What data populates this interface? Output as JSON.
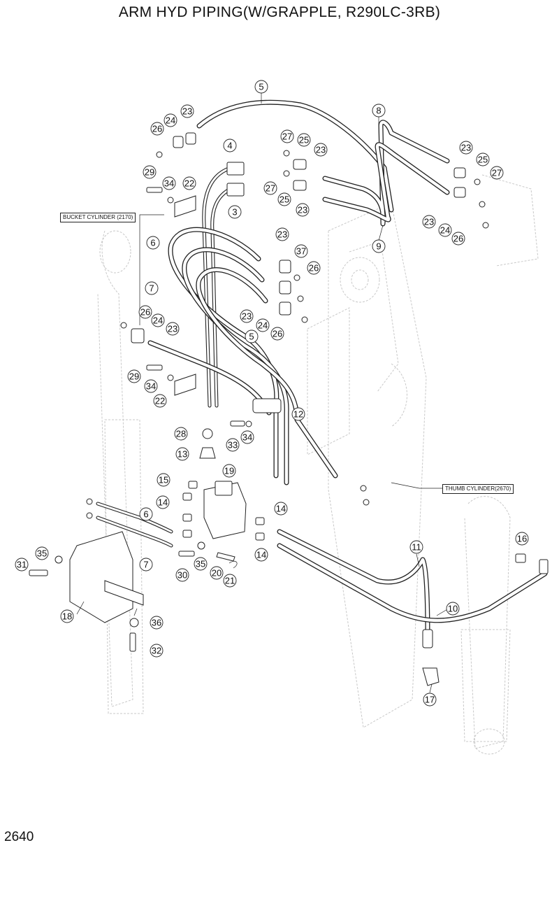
{
  "title": "ARM HYD PIPING(W/GRAPPLE, R290LC-3RB)",
  "page_number": "2640",
  "references": {
    "bucket_cylinder": "BUCKET CYLINDER (2170)",
    "thumb_cylinder": "THUMB CYLINDER(2670)"
  },
  "callouts": [
    {
      "n": "5"
    },
    {
      "n": "8"
    },
    {
      "n": "23"
    },
    {
      "n": "24"
    },
    {
      "n": "26"
    },
    {
      "n": "27"
    },
    {
      "n": "25"
    },
    {
      "n": "23"
    },
    {
      "n": "4"
    },
    {
      "n": "23"
    },
    {
      "n": "25"
    },
    {
      "n": "27"
    },
    {
      "n": "29"
    },
    {
      "n": "34"
    },
    {
      "n": "22"
    },
    {
      "n": "27"
    },
    {
      "n": "25"
    },
    {
      "n": "23"
    },
    {
      "n": "3"
    },
    {
      "n": "23"
    },
    {
      "n": "24"
    },
    {
      "n": "26"
    },
    {
      "n": "9"
    },
    {
      "n": "6"
    },
    {
      "n": "23"
    },
    {
      "n": "37"
    },
    {
      "n": "26"
    },
    {
      "n": "7"
    },
    {
      "n": "26"
    },
    {
      "n": "24"
    },
    {
      "n": "23"
    },
    {
      "n": "23"
    },
    {
      "n": "24"
    },
    {
      "n": "26"
    },
    {
      "n": "5"
    },
    {
      "n": "29"
    },
    {
      "n": "34"
    },
    {
      "n": "22"
    },
    {
      "n": "12"
    },
    {
      "n": "28"
    },
    {
      "n": "33"
    },
    {
      "n": "34"
    },
    {
      "n": "13"
    },
    {
      "n": "19"
    },
    {
      "n": "15"
    },
    {
      "n": "14"
    },
    {
      "n": "6"
    },
    {
      "n": "14"
    },
    {
      "n": "14"
    },
    {
      "n": "7"
    },
    {
      "n": "35"
    },
    {
      "n": "31"
    },
    {
      "n": "30"
    },
    {
      "n": "35"
    },
    {
      "n": "20"
    },
    {
      "n": "21"
    },
    {
      "n": "11"
    },
    {
      "n": "16"
    },
    {
      "n": "10"
    },
    {
      "n": "18"
    },
    {
      "n": "36"
    },
    {
      "n": "32"
    },
    {
      "n": "17"
    }
  ]
}
